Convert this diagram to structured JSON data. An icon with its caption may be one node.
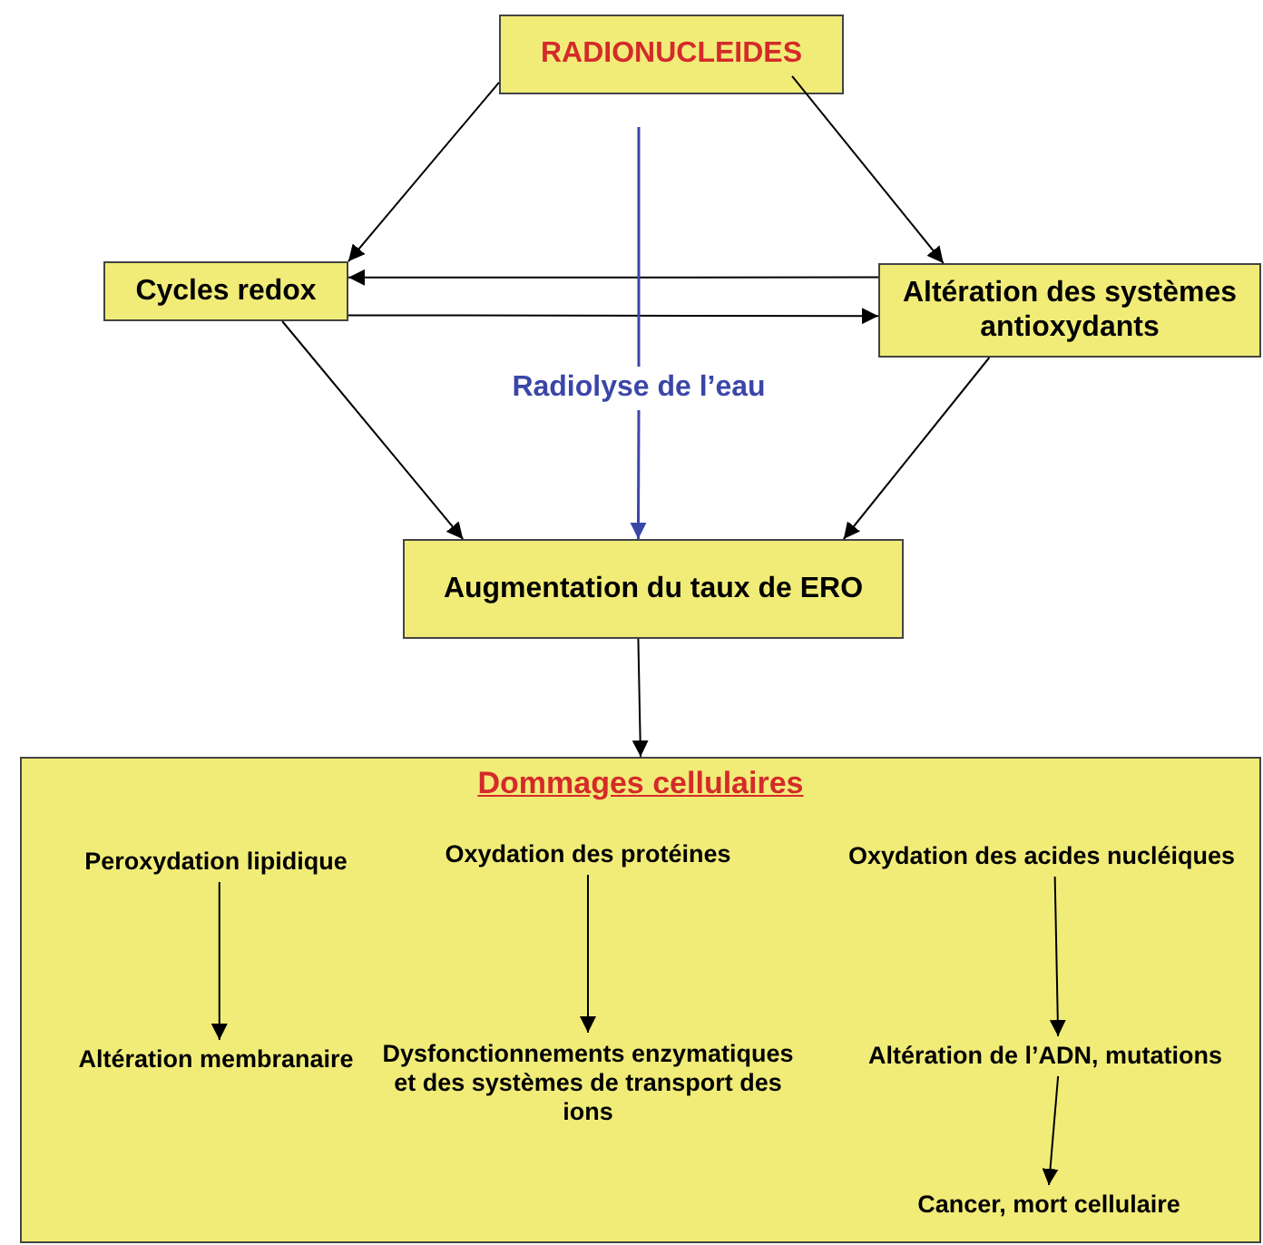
{
  "diagram": {
    "nodes": [
      {
        "text": [
          "RADIONUCLEIDES"
        ]
      },
      {
        "text": [
          "Cycles redox"
        ]
      },
      {
        "text": [
          "Altération des systèmes antioxydants"
        ]
      },
      {
        "text": [
          "Radiolyse de l’eau"
        ]
      },
      {
        "text": [
          "Augmentation du taux de ERO"
        ]
      },
      {
        "text": [
          "Dommages cellulaires"
        ]
      },
      {
        "text": [
          "Peroxydation lipidique"
        ],
        "in": 5
      },
      {
        "text": [
          "Oxydation des protéines"
        ],
        "in": 5
      },
      {
        "text": [
          "Oxydation des acides nucléiques"
        ],
        "in": 5
      },
      {
        "text": [
          "Altération membranaire"
        ],
        "in": 5
      },
      {
        "text": [
          "Dysfonctionnements enzymatiques et des systèmes de transport des ions"
        ],
        "in": 5
      },
      {
        "text": [
          "Altération de l’ADN, mutations"
        ],
        "in": 5
      },
      {
        "text": [
          "Cancer, mort cellulaire"
        ],
        "in": 5
      }
    ],
    "edges": [
      {
        "from": 0,
        "to": 1,
        "arrow": "to"
      },
      {
        "from": 0,
        "to": 2,
        "arrow": "to"
      },
      {
        "from": 2,
        "to": 1,
        "arrow": "to"
      },
      {
        "from": 1,
        "to": 2,
        "arrow": "to"
      },
      {
        "from": null,
        "to": 3,
        "arrow": "none",
        "color": "#3a46a8"
      },
      {
        "from": 3,
        "to": 4,
        "arrow": "to",
        "color": "#3a46a8"
      },
      {
        "from": 1,
        "to": 4,
        "arrow": "to"
      },
      {
        "from": 2,
        "to": 4,
        "arrow": "to"
      },
      {
        "from": 4,
        "to": 5,
        "arrow": "to"
      },
      {
        "from": 6,
        "to": 9,
        "arrow": "to"
      },
      {
        "from": 7,
        "to": 10,
        "arrow": "to"
      },
      {
        "from": 8,
        "to": 11,
        "arrow": "to"
      },
      {
        "from": 11,
        "to": 12,
        "arrow": "to"
      }
    ]
  }
}
